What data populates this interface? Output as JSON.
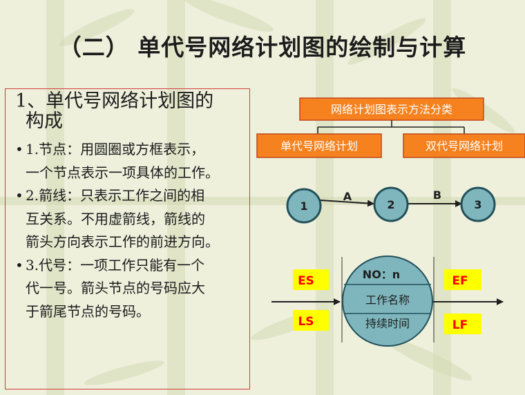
{
  "title": "（二） 单代号网络计划图的绘制与计算",
  "section": {
    "heading_line1": "1、单代号网络计划图的",
    "heading_line2": "构成",
    "bullets": [
      {
        "lines": [
          "1.节点：用圆圈或方框表示，",
          "一个节点表示一项具体的工作。"
        ]
      },
      {
        "lines": [
          "2.箭线：只表示工作之间的相",
          "互关系。不用虚箭线，箭线的",
          "箭头方向表示工作的前进方向。"
        ]
      },
      {
        "lines": [
          "3.代号：一项工作只能有一个",
          "代一号。箭头节点的号码应大",
          "于箭尾节点的号码。"
        ]
      }
    ]
  },
  "classification": {
    "root": "网络计划图表示方法分类",
    "left": "单代号网络计划",
    "right": "双代号网络计划"
  },
  "network": {
    "nodes": [
      "1",
      "2",
      "3"
    ],
    "arrows": [
      "A",
      "B"
    ]
  },
  "node_detail": {
    "no_label": "NO：n",
    "work_name": "工作名称",
    "duration": "持续时间",
    "es": "ES",
    "ls": "LS",
    "ef": "EF",
    "lf": "LF"
  },
  "colors": {
    "orange_box": "#f5821f",
    "orange_border": "#c0461c",
    "node_fill": "#7fb6bd",
    "node_stroke": "#22505a",
    "label_yellow": "#ffff00",
    "label_red": "#ff0000",
    "frame_red": "#d23a3a"
  }
}
